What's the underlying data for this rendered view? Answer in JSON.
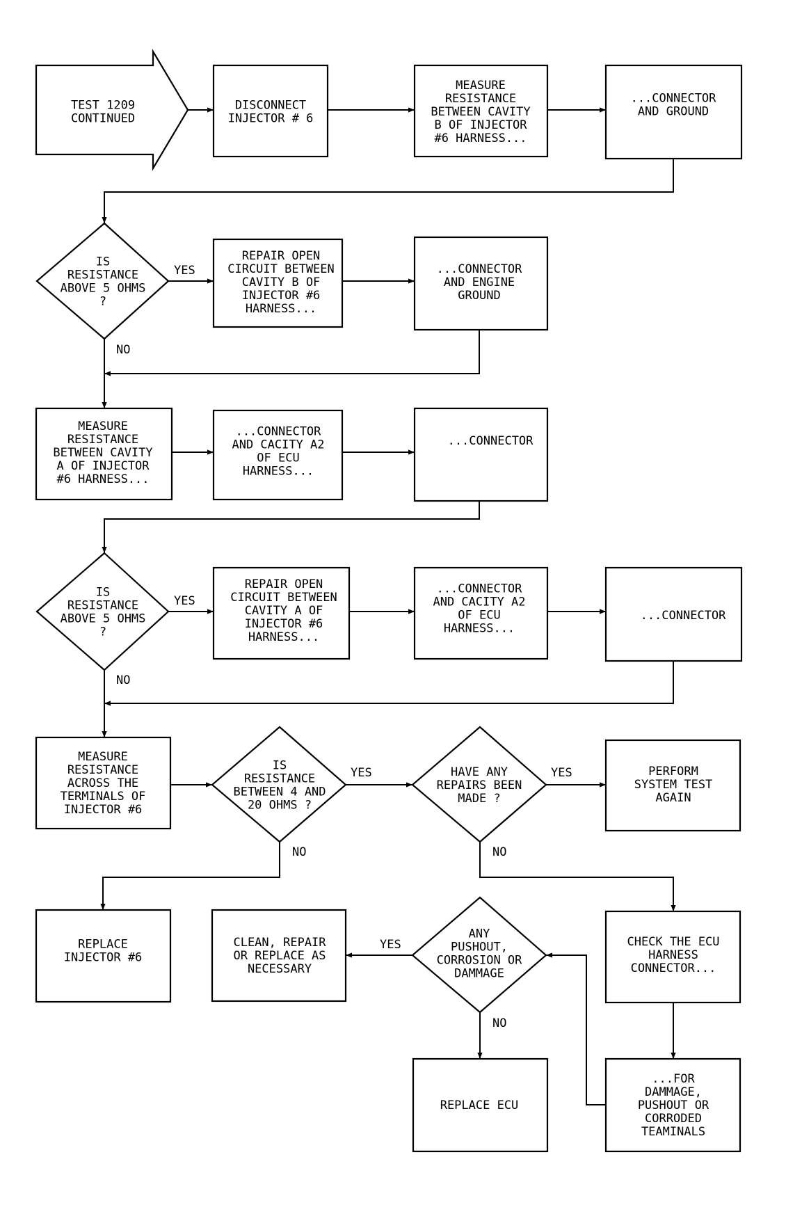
{
  "nodes": {
    "start": [
      "TEST 1209",
      "CONTINUED"
    ],
    "disconnect": [
      "DISCONNECT",
      "INJECTOR # 6"
    ],
    "measure_b": [
      "MEASURE",
      "RESISTANCE",
      "BETWEEN CAVITY",
      "B OF INJECTOR",
      "#6 HARNESS..."
    ],
    "connector_ground": [
      "...CONNECTOR",
      "AND GROUND"
    ],
    "decision1": [
      "IS",
      "RESISTANCE",
      "ABOVE 5 OHMS",
      "?"
    ],
    "repair_b": [
      "REPAIR OPEN",
      "CIRCUIT BETWEEN",
      "CAVITY B OF",
      "INJECTOR #6",
      "HARNESS..."
    ],
    "connector_engine": [
      "...CONNECTOR",
      "AND ENGINE",
      "GROUND"
    ],
    "measure_a": [
      "MEASURE",
      "RESISTANCE",
      "BETWEEN CAVITY",
      "A OF INJECTOR",
      "#6 HARNESS..."
    ],
    "connector_a2_1": [
      "...CONNECTOR",
      "AND CACITY A2",
      "OF ECU",
      "HARNESS..."
    ],
    "connector_1": [
      "...CONNECTOR"
    ],
    "decision2": [
      "IS",
      "RESISTANCE",
      "ABOVE 5 OHMS",
      "?"
    ],
    "repair_a": [
      "REPAIR OPEN",
      "CIRCUIT BETWEEN",
      "CAVITY A OF",
      "INJECTOR #6",
      "HARNESS..."
    ],
    "connector_a2_2": [
      "...CONNECTOR",
      "AND CACITY A2",
      "OF ECU",
      "HARNESS..."
    ],
    "connector_2": [
      "...CONNECTOR"
    ],
    "measure_terminals": [
      "MEASURE",
      "RESISTANCE",
      "ACROSS THE",
      "TERMINALS OF",
      "INJECTOR #6"
    ],
    "decision3": [
      "IS",
      "RESISTANCE",
      "BETWEEN 4 AND",
      "20 OHMS ?"
    ],
    "decision4": [
      "HAVE ANY",
      "REPAIRS BEEN",
      "MADE ?"
    ],
    "perform": [
      "PERFORM",
      "SYSTEM TEST",
      "AGAIN"
    ],
    "replace_injector": [
      "REPLACE",
      "INJECTOR #6"
    ],
    "clean": [
      "CLEAN, REPAIR",
      "OR REPLACE AS",
      "NECESSARY"
    ],
    "decision5": [
      "ANY",
      "PUSHOUT,",
      "CORROSION OR",
      "DAMMAGE"
    ],
    "check_ecu": [
      "CHECK THE ECU",
      "HARNESS",
      "CONNECTOR..."
    ],
    "replace_ecu": [
      "REPLACE ECU"
    ],
    "for_dammage": [
      "...FOR",
      "DAMMAGE,",
      "PUSHOUT OR",
      "CORRODED",
      "TEAMINALS"
    ]
  },
  "edge_labels": {
    "yes": "YES",
    "no": "NO"
  }
}
